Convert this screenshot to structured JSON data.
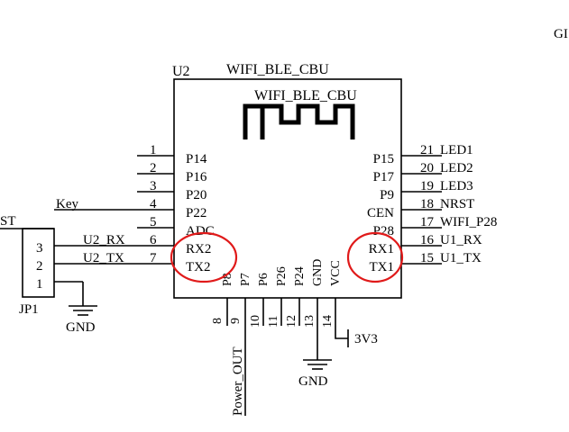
{
  "corner_label": "GI",
  "module": {
    "ref": "U2",
    "title": "WIFI_BLE_CBU",
    "inner_title": "WIFI_BLE_CBU"
  },
  "left_pins": [
    {
      "num": "1",
      "name": "P14"
    },
    {
      "num": "2",
      "name": "P16"
    },
    {
      "num": "3",
      "name": "P20"
    },
    {
      "num": "4",
      "name": "P22",
      "net": "Key"
    },
    {
      "num": "5",
      "name": "ADC"
    },
    {
      "num": "6",
      "name": "RX2",
      "net": "U2_RX"
    },
    {
      "num": "7",
      "name": "TX2",
      "net": "U2_TX"
    }
  ],
  "right_pins": [
    {
      "num": "21",
      "name": "P15",
      "net": "LED1"
    },
    {
      "num": "20",
      "name": "P17",
      "net": "LED2"
    },
    {
      "num": "19",
      "name": "P9",
      "net": "LED3"
    },
    {
      "num": "18",
      "name": "CEN",
      "net": "NRST"
    },
    {
      "num": "17",
      "name": "P28",
      "net": "WIFI_P28"
    },
    {
      "num": "16",
      "name": "RX1",
      "net": "U1_RX"
    },
    {
      "num": "15",
      "name": "TX1",
      "net": "U1_TX"
    }
  ],
  "bottom_pins": [
    {
      "num": "8",
      "name": "P8"
    },
    {
      "num": "9",
      "name": "P7"
    },
    {
      "num": "10",
      "name": "P6"
    },
    {
      "num": "11",
      "name": "P26"
    },
    {
      "num": "12",
      "name": "P24"
    },
    {
      "num": "13",
      "name": "GND"
    },
    {
      "num": "14",
      "name": "VCC"
    }
  ],
  "connector": {
    "ref": "JP1",
    "pins": [
      "3",
      "2",
      "1"
    ],
    "partial_net": "ST"
  },
  "nets": {
    "power_out": "Power_OUT",
    "vcc": "3V3",
    "gnd_left": "GND",
    "gnd_bottom": "GND"
  },
  "highlight_color": "#e01a1a"
}
